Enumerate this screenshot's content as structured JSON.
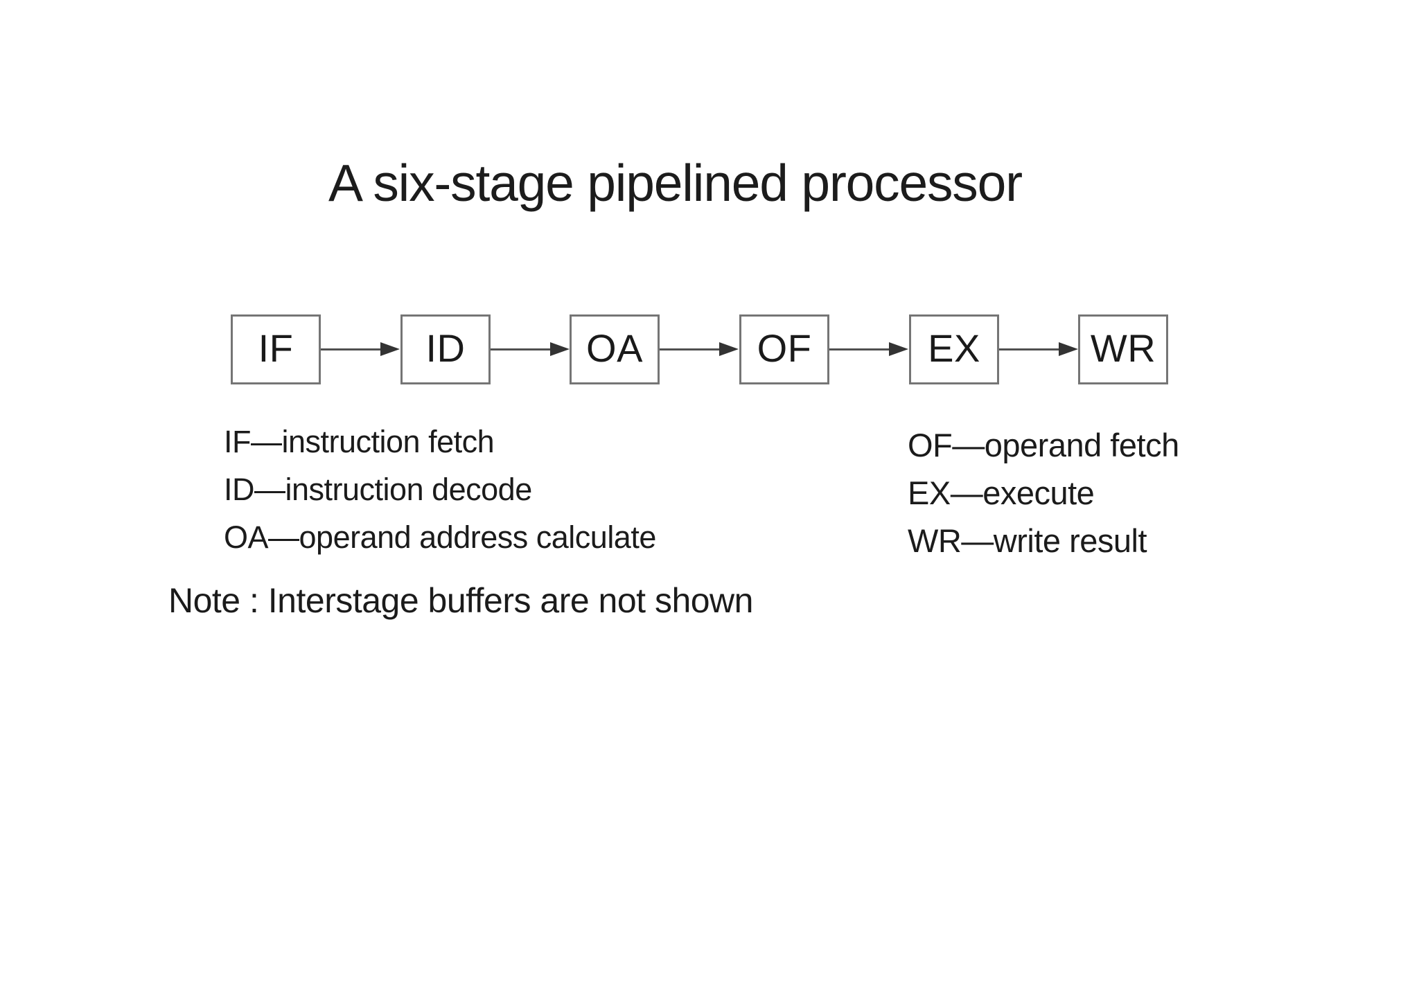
{
  "title": "A six-stage pipelined processor",
  "pipeline": {
    "stages": [
      "IF",
      "ID",
      "OA",
      "OF",
      "EX",
      "WR"
    ]
  },
  "legend": {
    "left": [
      "IF—instruction fetch",
      "ID—instruction decode",
      "OA—operand address calculate"
    ],
    "right": [
      "OF—operand fetch",
      "EX—execute",
      "WR—write result"
    ]
  },
  "note": "Note : Interstage buffers are not shown",
  "colors": {
    "background": "#ffffff",
    "text": "#1b1b1b",
    "box_border": "#757575",
    "arrow_shaft": "#4f4f4f",
    "arrow_head": "#333333"
  }
}
